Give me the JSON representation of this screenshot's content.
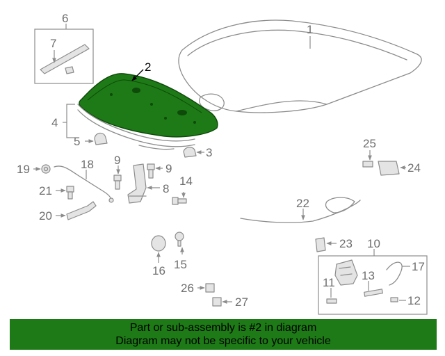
{
  "callouts": {
    "c1": "1",
    "c2": "2",
    "c3": "3",
    "c4": "4",
    "c5": "5",
    "c6": "6",
    "c7": "7",
    "c8": "8",
    "c9a": "9",
    "c9b": "9",
    "c10": "10",
    "c11": "11",
    "c12": "12",
    "c13": "13",
    "c14": "14",
    "c15": "15",
    "c16": "16",
    "c17": "17",
    "c18": "18",
    "c19": "19",
    "c20": "20",
    "c21": "21",
    "c22": "22",
    "c23": "23",
    "c24": "24",
    "c25": "25",
    "c26": "26",
    "c27": "27"
  },
  "highlighted_part": "2",
  "colors": {
    "highlight": "#1d7a16",
    "banner": "#1d7a16",
    "line": "#8c8c8c"
  },
  "banner": {
    "line1": "Part or sub-assembly is #2 in diagram",
    "line2": "Diagram may not be specific to your vehicle"
  }
}
